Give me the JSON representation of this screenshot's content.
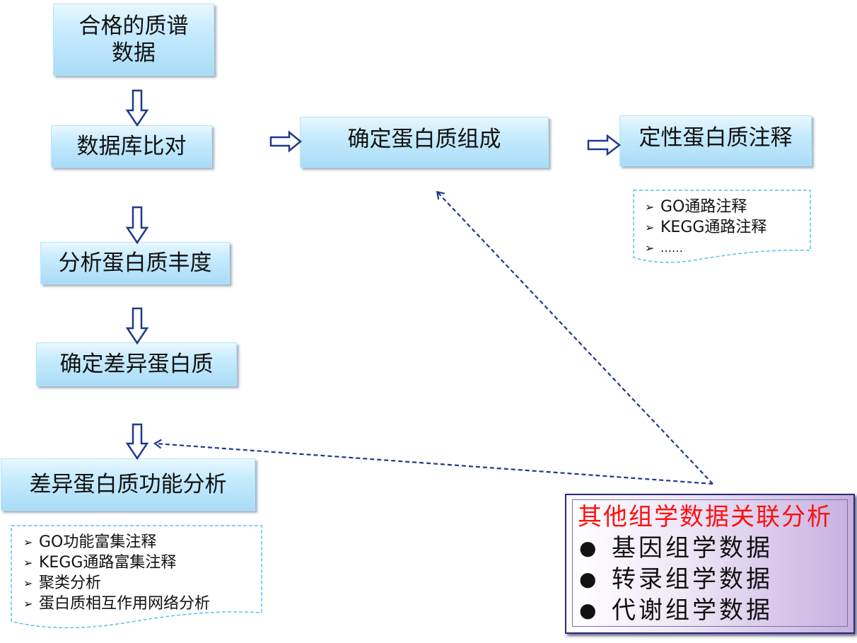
{
  "flow": {
    "step1": "合格的质谱\n数据",
    "step2": "数据库比对",
    "step3": "分析蛋白质丰度",
    "step4": "确定差异蛋白质",
    "step5": "差异蛋白质功能分析",
    "mid": "确定蛋白质组成",
    "right": "定性蛋白质注释"
  },
  "qualitative_notes": [
    "GO通路注释",
    "KEGG通路注释",
    "……"
  ],
  "functional_notes": [
    "GO功能富集注释",
    "KEGG通路富集注释",
    "聚类分析",
    "蛋白质相互作用网络分析"
  ],
  "multiomics": {
    "title": "其他组学数据关联分析",
    "items": [
      "基因组学数据",
      "转录组学数据",
      "代谢组学数据"
    ]
  },
  "colors": {
    "arrow": "#1f3a8a",
    "dashed_arrow": "#1f3a8a",
    "note_border": "#5bc3e6",
    "multiomics_title": "#ff1010"
  }
}
